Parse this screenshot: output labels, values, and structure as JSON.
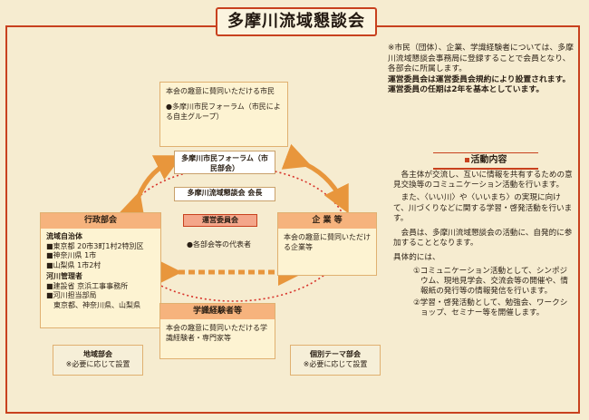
{
  "title": "多摩川流域懇談会",
  "center": {
    "citizen_forum": "多摩川市民フォーラム（市民部会）",
    "chair": "多摩川流域懇談会 会長",
    "committee": "運営委員会",
    "committee_note": "●各部会等の代表者"
  },
  "citizens": {
    "intro": "本会の趣意に賛同いただける市民",
    "item": "●多摩川市民フォーラム（市民による自主グループ）"
  },
  "gov": {
    "header": "行政部会",
    "sub1": "流域自治体",
    "line1": "■東京都  20市3町1村2特別区",
    "line2": "■神奈川県  1市",
    "line3": "■山梨県  1市2村",
    "sub2": "河川管理者",
    "line4": "■建設省 京浜工事事務所",
    "line5": "■河川担当部局",
    "line6": "東京都、神奈川県、山梨県"
  },
  "business": {
    "header": "企 業 等",
    "body": "本会の趣意に賛同いただける企業等"
  },
  "experts": {
    "header": "学識経験者等",
    "body": "本会の趣意に賛同いただける学識経験者・専門家等"
  },
  "regional": {
    "title": "地域部会",
    "note": "※必要に応じて設置"
  },
  "theme": {
    "title": "個別テーマ部会",
    "note": "※必要に応じて設置"
  },
  "info": {
    "p1": "※市民（団体）、企業、学識経験者については、多摩川流域懇談会事務局に登録することで会員となり、各部会に所属します。",
    "p2": "運営委員会は運営委員会規約により設置されます。",
    "p3": "運営委員の任期は2年を基本としています。"
  },
  "activities": {
    "header": "活動内容",
    "p1": "各主体が交流し、互いに情報を共有するための意見交換等のコミュニケーション活動を行います。",
    "p2": "また、〈いい川〉や〈いいまち〉の実現に向けて、川づくりなどに関する学習・啓発活動を行います。",
    "p3": "会員は、多摩川流域懇談会の活動に、自発的に参加することとなります。",
    "p4": "具体的には、",
    "item1": "①コミュニケーション活動として、シンポジウム、現地見学会、交流会等の開催や、情報紙の発行等の情報発信を行います。",
    "item2": "②学習・啓発活動として、勉強会、ワークショップ、セミナー等を開催します。"
  },
  "colors": {
    "accent": "#c8411e",
    "arrow": "#e8963c",
    "box_header": "#f6b37d"
  }
}
